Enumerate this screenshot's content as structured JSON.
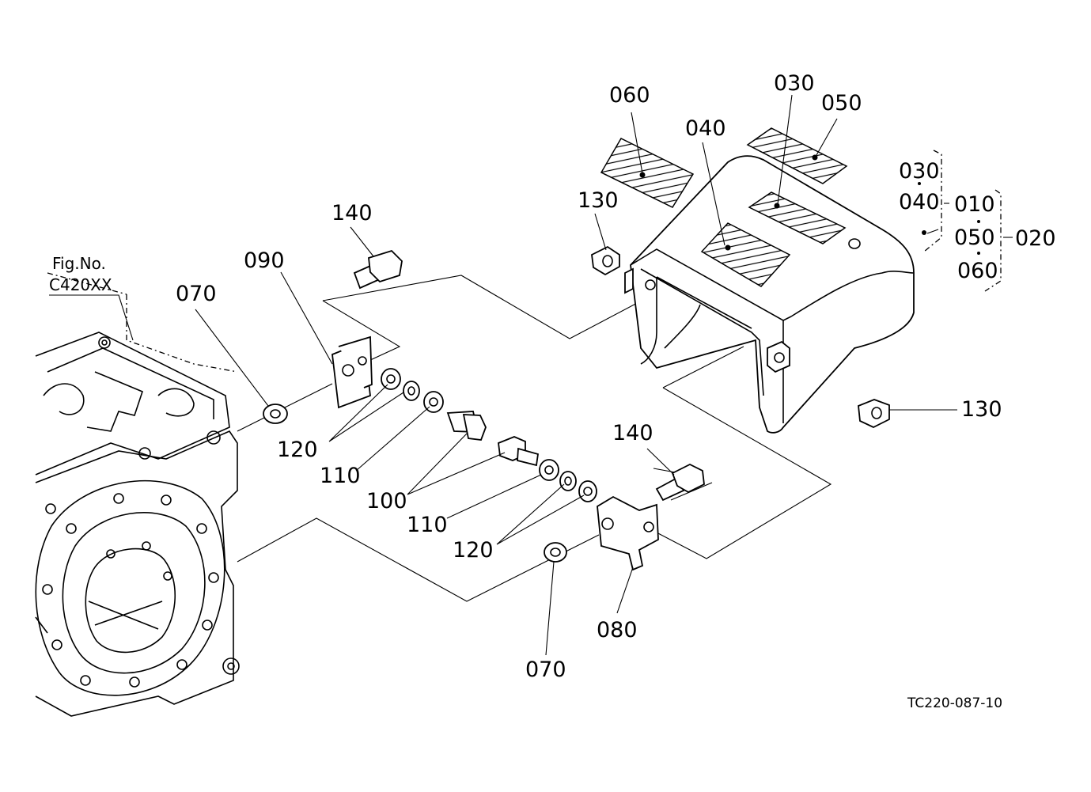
{
  "figure": {
    "fig_label": "Fig.No.",
    "fig_number": "C420XX",
    "drawing_code": "TC220-087-10"
  },
  "callouts": {
    "c010": "010",
    "c020": "020",
    "c030_top": "030",
    "c040_top": "040",
    "c050_top": "050",
    "c060_top": "060",
    "c030_group": "030",
    "c040_group": "040",
    "c050_group": "050",
    "c060_group": "060",
    "c070_left": "070",
    "c070_bottom": "070",
    "c080": "080",
    "c090": "090",
    "c100": "100",
    "c110_upper": "110",
    "c110_lower": "110",
    "c120_upper": "120",
    "c120_lower": "120",
    "c130_left": "130",
    "c130_right": "130",
    "c140_upper": "140",
    "c140_lower": "140"
  }
}
